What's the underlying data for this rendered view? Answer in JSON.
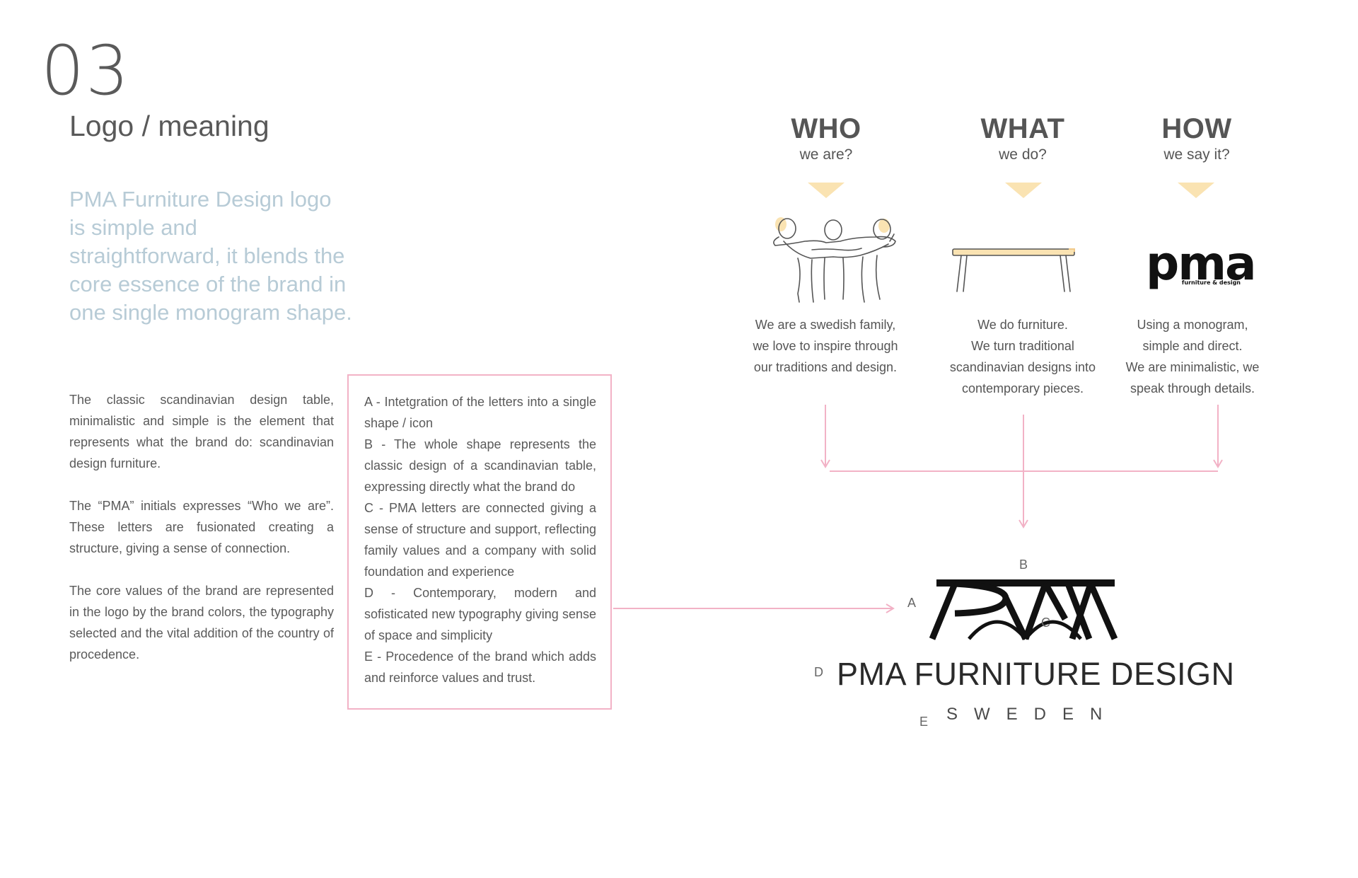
{
  "page_number": "03",
  "section_title": "Logo / meaning",
  "intro": "PMA Furniture Design logo is simple and straightforward, it blends the core essence of the brand in one single monogram shape.",
  "body_paragraphs": [
    "The classic scandinavian design table, minimalistic and simple is the element that represents what the brand do: scandinavian design furniture.",
    "The “PMA” initials expresses “Who we are”. These letters are fusionated creating a structure, giving a sense of connection.",
    "The core values of the brand are represented in the logo by the brand colors, the typography selected and the vital addition of the country of procedence."
  ],
  "legend": [
    "A - Intetgration of the letters into a single shape / icon",
    "B - The whole shape represents the classic design of a scandinavian table, expressing directly what the brand do",
    "C - PMA letters are connected giving a sense of structure and support, reflecting family values and a company with solid foundation and experience",
    "D - Contemporary, modern and sofisticated new typography giving sense of space and simplicity",
    "E - Procedence of the brand which adds and reinforce  values and trust."
  ],
  "columns": [
    {
      "title": "WHO",
      "subtitle": "we are?",
      "icon": "family-embrace-illustration",
      "text": [
        "We are a swedish family,",
        "we love to inspire through",
        "our traditions and design."
      ]
    },
    {
      "title": "WHAT",
      "subtitle": "we do?",
      "icon": "table-illustration",
      "text": [
        "We do furniture.",
        "We turn traditional",
        "scandinavian designs into",
        "contemporary pieces."
      ]
    },
    {
      "title": "HOW",
      "subtitle": "we say it?",
      "icon": "pma-monogram-wordmark",
      "text": [
        "Using a monogram,",
        "simple and direct.",
        "We are minimalistic, we",
        "speak through details."
      ]
    }
  ],
  "pma_wordmark": {
    "main": "pma",
    "sub": "furniture & design"
  },
  "logo": {
    "labels": {
      "a": "A",
      "b": "B",
      "c": "C",
      "d": "D",
      "e": "E"
    },
    "brand_name": "PMA FURNITURE DESIGN",
    "country": "SWEDEN"
  },
  "colors": {
    "accent_pink": "#f2b2c6",
    "accent_yellow": "#fae3b2",
    "intro_blue": "#b7cbd6"
  }
}
